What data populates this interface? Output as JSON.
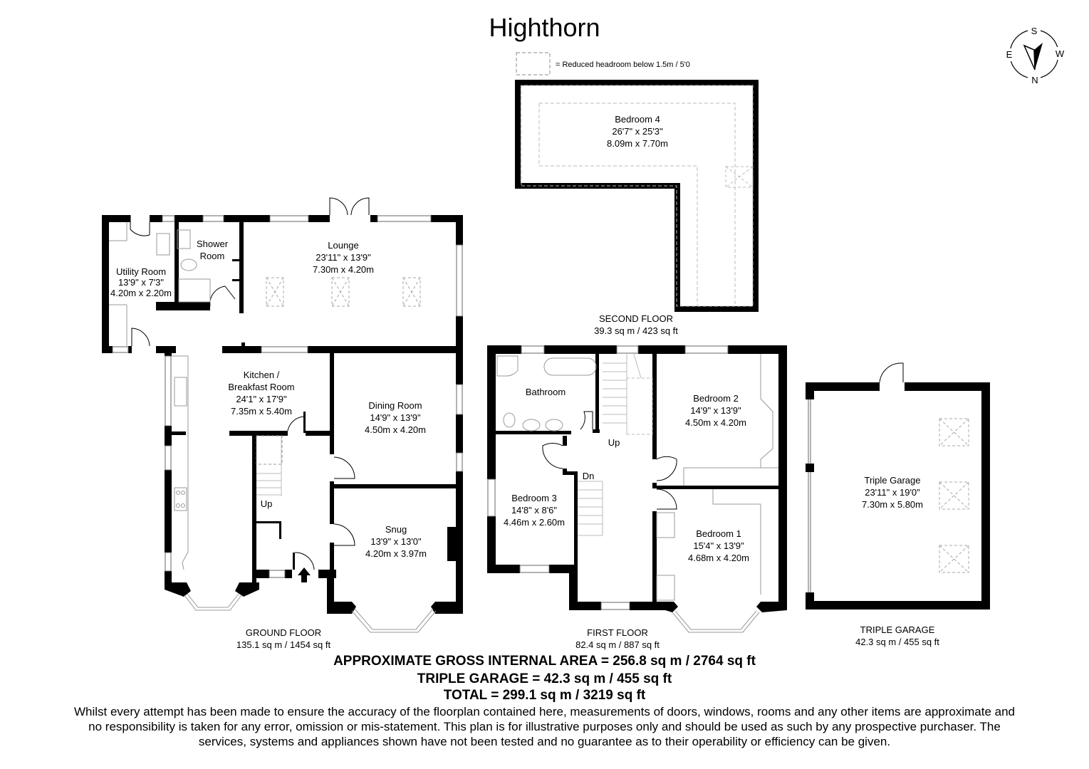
{
  "title": "Highthorn",
  "legend": {
    "text": "= Reduced headroom below 1.5m / 5'0"
  },
  "compass": {
    "north": "N",
    "south": "S",
    "east": "E",
    "west": "W"
  },
  "floors": {
    "ground": {
      "name": "GROUND FLOOR",
      "area": "135.1 sq m / 1454 sq ft"
    },
    "first": {
      "name": "FIRST FLOOR",
      "area": "82.4 sq m / 887 sq ft"
    },
    "second": {
      "name": "SECOND FLOOR",
      "area": "39.3 sq m / 423 sq ft"
    },
    "garage": {
      "name": "TRIPLE GARAGE",
      "area": "42.3 sq m / 455 sq ft"
    }
  },
  "rooms": {
    "utility": {
      "name": "Utility Room",
      "imperial": "13'9\" x 7'3\"",
      "metric": "4.20m x 2.20m"
    },
    "shower": {
      "name1": "Shower",
      "name2": "Room"
    },
    "lounge": {
      "name": "Lounge",
      "imperial": "23'11\" x 13'9\"",
      "metric": "7.30m x 4.20m"
    },
    "kitchen": {
      "name1": "Kitchen /",
      "name2": "Breakfast Room",
      "imperial": "24'1\" x 17'9\"",
      "metric": "7.35m x 5.40m"
    },
    "dining": {
      "name": "Dining Room",
      "imperial": "14'9\" x 13'9\"",
      "metric": "4.50m x 4.20m"
    },
    "snug": {
      "name": "Snug",
      "imperial": "13'9\" x 13'0\"",
      "metric": "4.20m x 3.97m"
    },
    "bathroom": {
      "name": "Bathroom"
    },
    "bedroom1": {
      "name": "Bedroom 1",
      "imperial": "15'4\" x 13'9\"",
      "metric": "4.68m x 4.20m"
    },
    "bedroom2": {
      "name": "Bedroom 2",
      "imperial": "14'9\" x 13'9\"",
      "metric": "4.50m x 4.20m"
    },
    "bedroom3": {
      "name": "Bedroom 3",
      "imperial": "14'8\" x 8'6\"",
      "metric": "4.46m x 2.60m"
    },
    "bedroom4": {
      "name": "Bedroom 4",
      "imperial": "26'7\" x 25'3\"",
      "metric": "8.09m x 7.70m"
    },
    "garage": {
      "name": "Triple Garage",
      "imperial": "23'11\" x 19'0\"",
      "metric": "7.30m x 5.80m"
    }
  },
  "stair_labels": {
    "ground_up": "Up",
    "first_up": "Up",
    "first_dn": "Dn"
  },
  "summary": {
    "gross": "APPROXIMATE GROSS INTERNAL AREA = 256.8 sq m / 2764 sq ft",
    "garage": "TRIPLE GARAGE = 42.3 sq m / 455 sq ft",
    "total": "TOTAL = 299.1 sq m / 3219 sq ft"
  },
  "disclaimer": "Whilst every attempt has been made to ensure the accuracy of the floorplan contained here, measurements of doors, windows, rooms and any other items are approximate and no responsibility is taken for any error, omission or mis-statement. This plan is for illustrative purposes only and should be used as such by any prospective purchaser. The services, systems and appliances shown have not been tested and no guarantee as to their operability or efficiency can be given."
}
